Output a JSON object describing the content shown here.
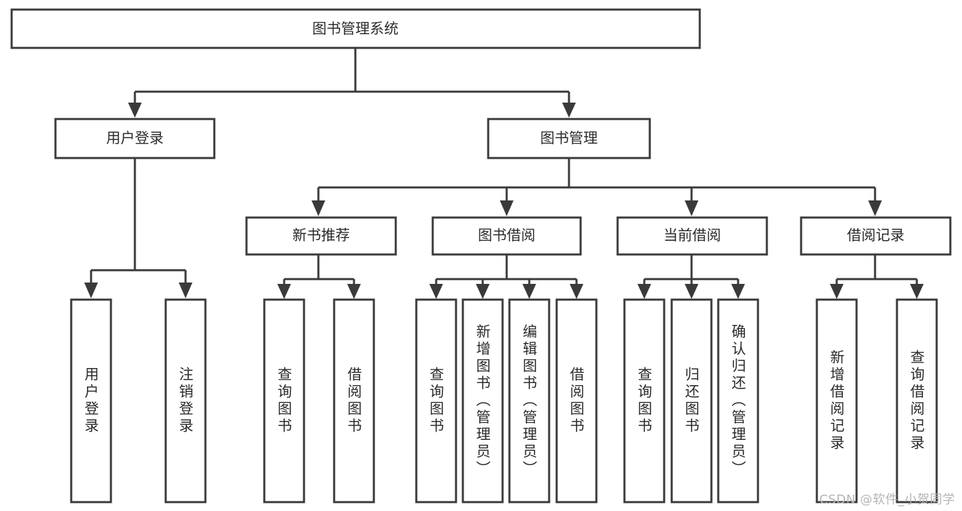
{
  "diagram": {
    "type": "tree",
    "title": "图书管理系统",
    "root": {
      "id": "root",
      "label": "图书管理系统"
    },
    "level1": [
      {
        "id": "user-login",
        "label": "用户登录"
      },
      {
        "id": "book-manage",
        "label": "图书管理"
      }
    ],
    "level2": [
      {
        "id": "new-book-recommend",
        "label": "新书推荐",
        "parent": "book-manage"
      },
      {
        "id": "book-borrow",
        "label": "图书借阅",
        "parent": "book-manage"
      },
      {
        "id": "current-borrow",
        "label": "当前借阅",
        "parent": "book-manage"
      },
      {
        "id": "borrow-record",
        "label": "借阅记录",
        "parent": "book-manage"
      }
    ],
    "leaves": [
      {
        "id": "leaf-user-login",
        "label": "用户登录",
        "parent": "user-login"
      },
      {
        "id": "leaf-user-logout",
        "label": "注销登录",
        "parent": "user-login"
      },
      {
        "id": "leaf-query-book-1",
        "label": "查询图书",
        "parent": "new-book-recommend"
      },
      {
        "id": "leaf-borrow-book-1",
        "label": "借阅图书",
        "parent": "new-book-recommend"
      },
      {
        "id": "leaf-query-book-2",
        "label": "查询图书",
        "parent": "book-borrow"
      },
      {
        "id": "leaf-add-book",
        "label": "新增图书（管理员）",
        "parent": "book-borrow"
      },
      {
        "id": "leaf-edit-book",
        "label": "编辑图书（管理员）",
        "parent": "book-borrow"
      },
      {
        "id": "leaf-borrow-book-2",
        "label": "借阅图书",
        "parent": "book-borrow"
      },
      {
        "id": "leaf-query-book-3",
        "label": "查询图书",
        "parent": "current-borrow"
      },
      {
        "id": "leaf-return-book",
        "label": "归还图书",
        "parent": "current-borrow"
      },
      {
        "id": "leaf-confirm-return",
        "label": "确认归还（管理员）",
        "parent": "current-borrow"
      },
      {
        "id": "leaf-add-record",
        "label": "新增借阅记录",
        "parent": "borrow-record"
      },
      {
        "id": "leaf-query-record",
        "label": "查询借阅记录",
        "parent": "borrow-record"
      }
    ],
    "colors": {
      "background": "#ffffff",
      "box_fill": "#ffffff",
      "box_stroke": "#3a3a3a",
      "text": "#2b2b2b",
      "watermark": "#b5b5b5"
    }
  },
  "watermark": {
    "text": "CSDN @软件_小贺同学"
  }
}
